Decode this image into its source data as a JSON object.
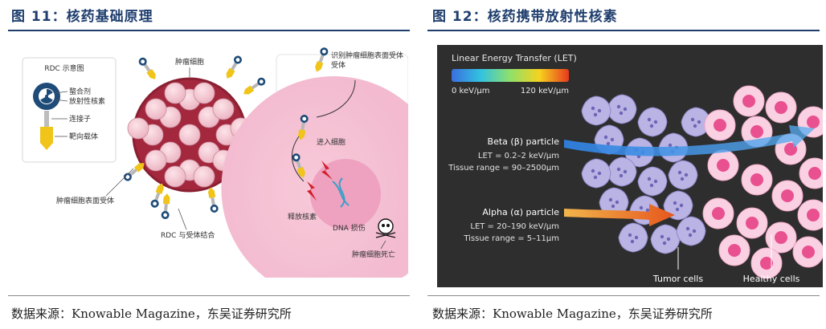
{
  "left_panel": {
    "title": "图 11：核药基础原理",
    "source": "数据来源：Knowable Magazine，东吴证券研究所",
    "rdc_box": {
      "title": "RDC 示意图",
      "chelator": "螯合剂",
      "radionuclide": "放射性核素",
      "linker": "连接子",
      "targeting_carrier": "靶向载体"
    },
    "tumor_cells": "肿瘤细胞",
    "receptor": "肿瘤细胞表面受体",
    "rdc_binding": "RDC 与受体结合",
    "recognize": "识别肿瘤细胞表面受体",
    "enter_cell": "进入细胞",
    "release": "释放核素",
    "dna_damage": "DNA 损伤",
    "cell_death": "肿瘤细胞死亡"
  },
  "right_panel": {
    "title": "图 12：核药携带放射性核素",
    "source": "数据来源：Knowable Magazine，东吴证券研究所",
    "let_legend": {
      "title": "Linear Energy Transfer (LET)",
      "min": "0 keV/μm",
      "max": "120 keV/μm"
    },
    "beta": {
      "name": "Beta (β) particle",
      "let": "LET = 0.2–2 keV/μm",
      "range": "Tissue range = 90–2500μm"
    },
    "alpha": {
      "name": "Alpha (α) particle",
      "let": "LET = 20–190 keV/μm",
      "range": "Tissue range = 5–11μm"
    },
    "tumor_label": "Tumor cells",
    "healthy_label": "Healthy cells"
  },
  "colors": {
    "title_blue": "#1f3e6e",
    "tumor_purple": "#b9b4e4",
    "healthy_pink": "#f9d1e2",
    "nucleus_pink": "#e9508f",
    "beta_arrow": "#3d8ee6",
    "alpha_arrow": "#e8791f",
    "dark_bg": "#2e2e2e"
  },
  "icons": [
    "radiation-icon",
    "skull-icon",
    "lightning-icon",
    "dna-icon"
  ]
}
